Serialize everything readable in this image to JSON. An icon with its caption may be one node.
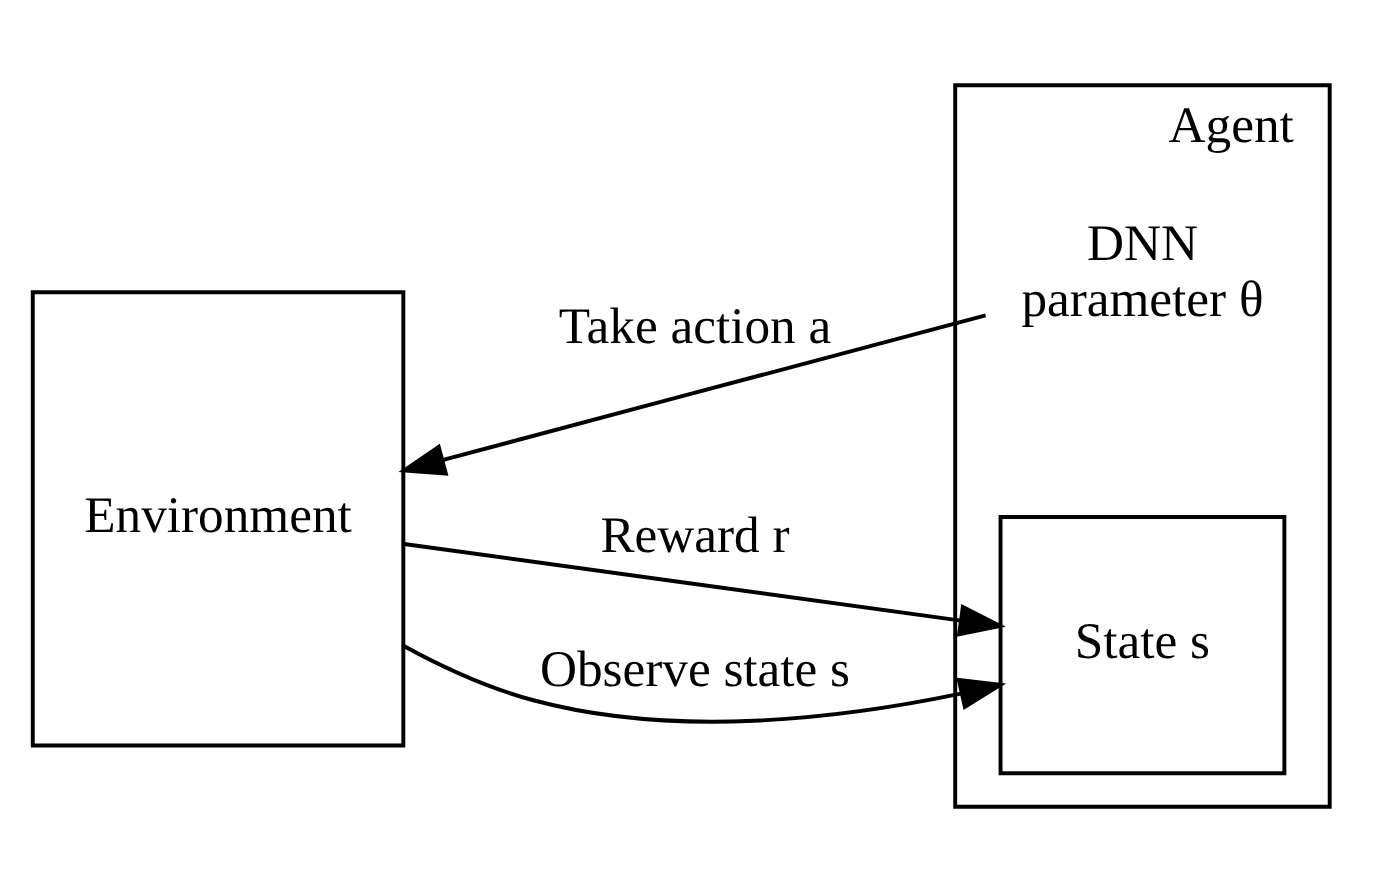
{
  "diagram": {
    "nodes": [
      {
        "text": [
          "Agent"
        ]
      },
      {
        "text": [
          "State s"
        ],
        "in": 0
      },
      {
        "text": [
          "DNN",
          "parameter θ"
        ],
        "in": 0
      },
      {
        "text": [
          "Environment"
        ]
      }
    ],
    "edges": [
      {
        "from": 3,
        "to": 1,
        "arrow": "to",
        "label": "Reward r"
      },
      {
        "from": 2,
        "to": 3,
        "arrow": "to",
        "label": "Take action a"
      },
      {
        "from": 3,
        "to": 1,
        "arrow": "to",
        "label": "Observe state s"
      }
    ]
  }
}
